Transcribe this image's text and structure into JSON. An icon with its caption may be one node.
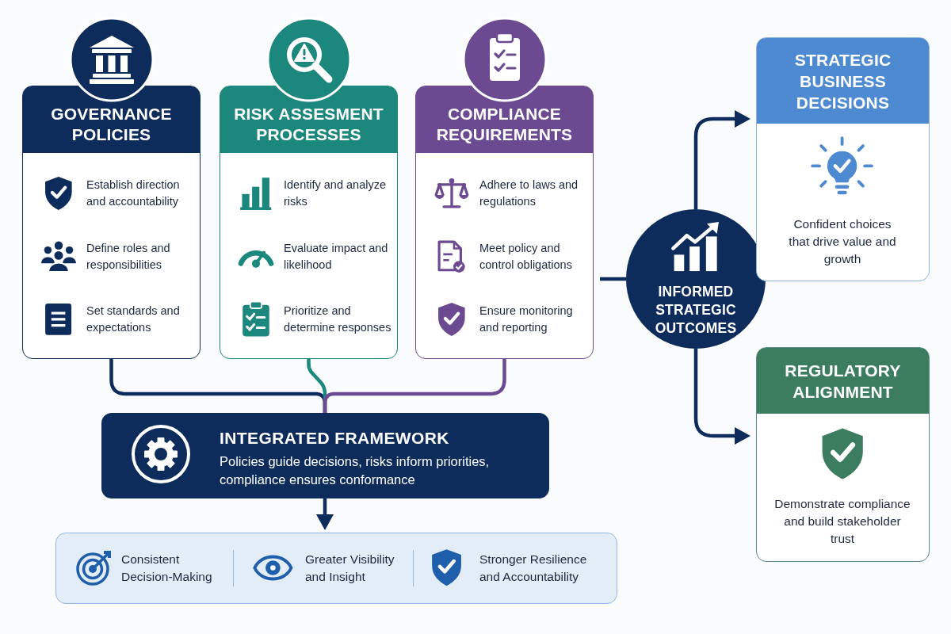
{
  "diagram": {
    "nodes": [
      {
        "text": [
          "GOVERNANCE POLICIES",
          "Establish direction and accountability",
          "Define roles and responsibilities",
          "Set standards and expectations"
        ]
      },
      {
        "text": [
          "RISK ASSESMENT PROCESSES",
          "Identify and analyze risks",
          "Evaluate impact and likelihood",
          "Prioritize and determine responses"
        ]
      },
      {
        "text": [
          "COMPLIANCE REQUIREMENTS",
          "Adhere to laws and regulations",
          "Meet policy and control obligations",
          "Ensure monitoring and reporting"
        ]
      },
      {
        "text": [
          "INTEGRATED FRAMEWORK",
          "Policies guide decisions, risks inform priorities, compliance ensures conformance"
        ]
      },
      {
        "text": [
          "Consistent Decision-Making",
          "Greater Visibility and Insight",
          "Stronger Resilience and Accountability"
        ]
      },
      {
        "text": [
          "INFORMED STRATEGIC OUTCOMES"
        ]
      },
      {
        "text": [
          "STRATEGIC BUSINESS DECISIONS",
          "Confident choices that drive value and growth"
        ]
      },
      {
        "text": [
          "REGULATORY ALIGNMENT",
          "Demonstrate compliance and build stakeholder trust"
        ]
      }
    ],
    "edges": [
      {
        "from": 0,
        "to": 3,
        "arrow": "none"
      },
      {
        "from": 1,
        "to": 3,
        "arrow": "none",
        "color": "#1c877c"
      },
      {
        "from": 2,
        "to": 3,
        "arrow": "none",
        "color": "#6b4a92"
      },
      {
        "from": 3,
        "to": 4,
        "arrow": "to"
      },
      {
        "from": 2,
        "to": 5,
        "arrow": "none"
      },
      {
        "from": 5,
        "to": 6,
        "arrow": "to"
      },
      {
        "from": 5,
        "to": 7,
        "arrow": "to"
      }
    ]
  }
}
